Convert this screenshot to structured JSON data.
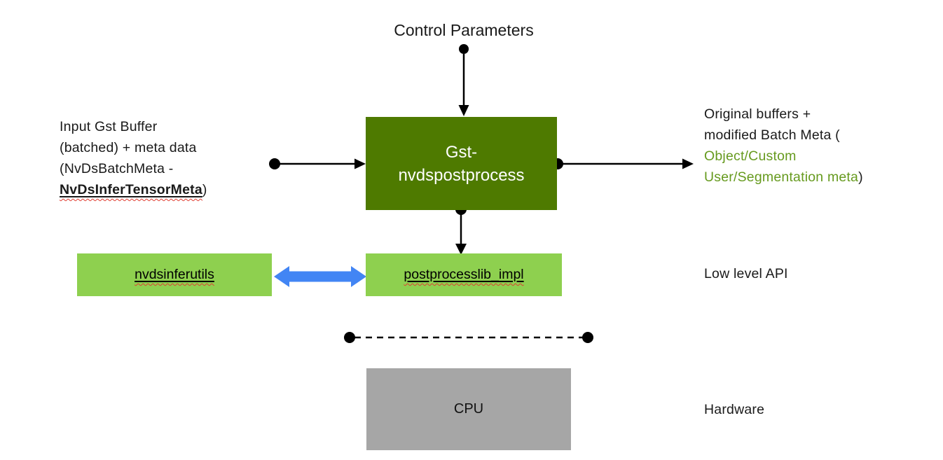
{
  "diagram": {
    "title": "Control Parameters",
    "main_box": {
      "label_line1": "Gst-",
      "label_line2": "nvdspostprocess"
    },
    "input_label": {
      "line1": "Input Gst Buffer",
      "line2": "(batched) + meta data",
      "line3": "(NvDsBatchMeta -",
      "line4_bold": "NvDsInferTensorMeta",
      "line4_suffix": ")"
    },
    "output_label": {
      "line1": "Original buffers +",
      "line2": "modified Batch Meta (",
      "line3_green": "Object/Custom",
      "line4_green": "User/Segmentation meta",
      "line4_suffix": ")"
    },
    "nvdsinferutils_box": {
      "label": "nvdsinferutils"
    },
    "postprocesslib_box": {
      "label": "postprocesslib_impl"
    },
    "low_level_api_label": "Low level API",
    "cpu_box": {
      "label": "CPU"
    },
    "hardware_label": "Hardware",
    "colors": {
      "dark_green": "#4E7A00",
      "light_green": "#8ED04F",
      "gray": "#A6A6A6",
      "blue_arrow": "#4285F4",
      "green_text": "#669A1E",
      "squiggle_red": "#E03C31"
    }
  }
}
